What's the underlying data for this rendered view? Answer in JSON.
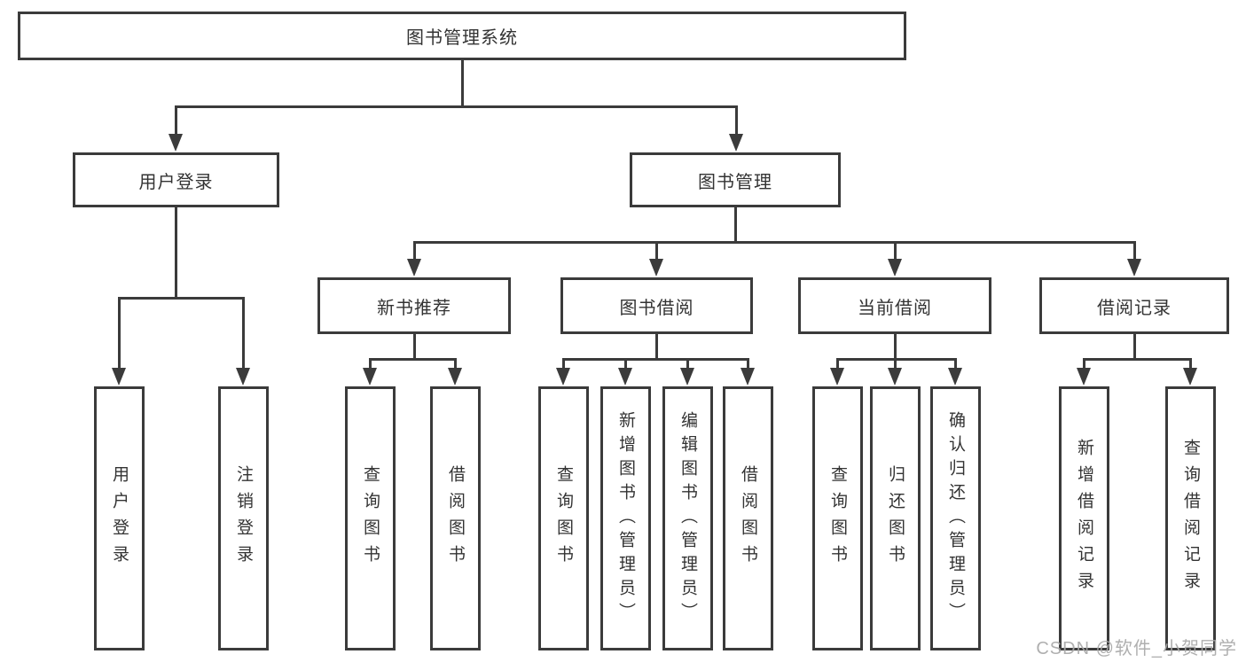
{
  "diagram": {
    "type": "hierarchy-chart",
    "title": "图书管理系统",
    "tree": {
      "label": "图书管理系统",
      "children": [
        {
          "label": "用户登录",
          "children": [
            {
              "label": "用户登录"
            },
            {
              "label": "注销登录"
            }
          ]
        },
        {
          "label": "图书管理",
          "children": [
            {
              "label": "新书推荐",
              "children": [
                {
                  "label": "查询图书"
                },
                {
                  "label": "借阅图书"
                }
              ]
            },
            {
              "label": "图书借阅",
              "children": [
                {
                  "label": "查询图书"
                },
                {
                  "label": "新增图书（管理员）"
                },
                {
                  "label": "编辑图书（管理员）"
                },
                {
                  "label": "借阅图书"
                }
              ]
            },
            {
              "label": "当前借阅",
              "children": [
                {
                  "label": "查询图书"
                },
                {
                  "label": "归还图书"
                },
                {
                  "label": "确认归还（管理员）"
                }
              ]
            },
            {
              "label": "借阅记录",
              "children": [
                {
                  "label": "新增借阅记录"
                },
                {
                  "label": "查询借阅记录"
                }
              ]
            }
          ]
        }
      ]
    },
    "watermark": "CSDN @软件_小贺同学",
    "colors": {
      "background": "#ffffff",
      "line": "#3b3b3b",
      "text": "#333333",
      "watermark": "#a8a8a8"
    }
  }
}
